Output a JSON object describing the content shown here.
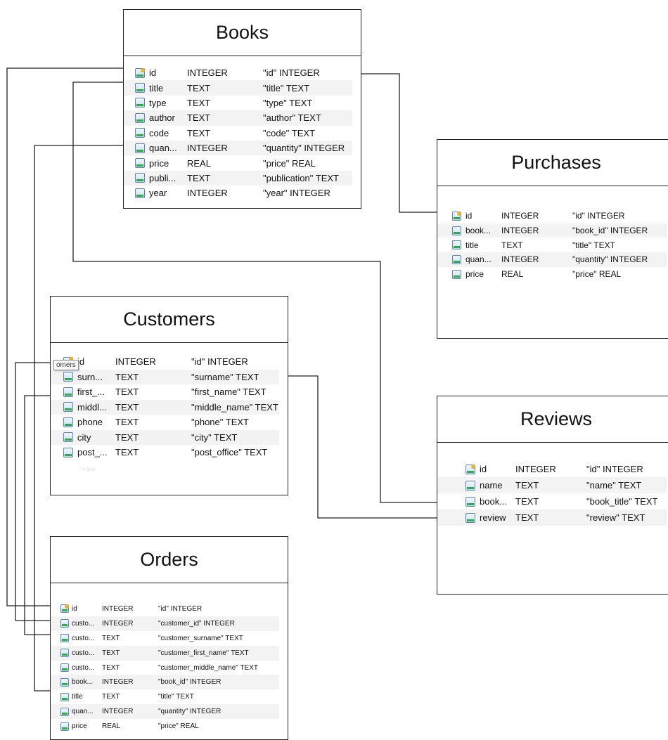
{
  "tables": {
    "books": {
      "title": "Books",
      "rows": [
        {
          "name": "id",
          "type": "INTEGER",
          "sql": "\"id\" INTEGER",
          "icon": "primary-key-field-icon"
        },
        {
          "name": "title",
          "type": "TEXT",
          "sql": "\"title\" TEXT",
          "icon": "field-icon"
        },
        {
          "name": "type",
          "type": "TEXT",
          "sql": "\"type\" TEXT",
          "icon": "field-icon"
        },
        {
          "name": "author",
          "type": "TEXT",
          "sql": "\"author\" TEXT",
          "icon": "field-icon"
        },
        {
          "name": "code",
          "type": "TEXT",
          "sql": "\"code\" TEXT",
          "icon": "field-icon"
        },
        {
          "name": "quan...",
          "type": "INTEGER",
          "sql": "\"quantity\" INTEGER",
          "icon": "field-icon"
        },
        {
          "name": "price",
          "type": "REAL",
          "sql": "\"price\" REAL",
          "icon": "field-icon"
        },
        {
          "name": "publi...",
          "type": "TEXT",
          "sql": "\"publication\" TEXT",
          "icon": "field-icon"
        },
        {
          "name": "year",
          "type": "INTEGER",
          "sql": "\"year\" INTEGER",
          "icon": "field-icon"
        }
      ]
    },
    "purchases": {
      "title": "Purchases",
      "rows": [
        {
          "name": "id",
          "type": "INTEGER",
          "sql": "\"id\" INTEGER",
          "icon": "primary-key-field-icon"
        },
        {
          "name": "book...",
          "type": "INTEGER",
          "sql": "\"book_id\" INTEGER",
          "icon": "field-icon"
        },
        {
          "name": "title",
          "type": "TEXT",
          "sql": "\"title\" TEXT",
          "icon": "field-icon"
        },
        {
          "name": "quan...",
          "type": "INTEGER",
          "sql": "\"quantity\" INTEGER",
          "icon": "field-icon"
        },
        {
          "name": "price",
          "type": "REAL",
          "sql": "\"price\" REAL",
          "icon": "field-icon"
        }
      ]
    },
    "customers": {
      "title": "Customers",
      "tooltip": "omers",
      "rows": [
        {
          "name": "id",
          "type": "INTEGER",
          "sql": "\"id\" INTEGER",
          "icon": "primary-key-field-icon"
        },
        {
          "name": "surn...",
          "type": "TEXT",
          "sql": "\"surname\" TEXT",
          "icon": "field-icon"
        },
        {
          "name": "first_...",
          "type": "TEXT",
          "sql": "\"first_name\" TEXT",
          "icon": "field-icon"
        },
        {
          "name": "middl...",
          "type": "TEXT",
          "sql": "\"middle_name\" TEXT",
          "icon": "field-icon"
        },
        {
          "name": "phone",
          "type": "TEXT",
          "sql": "\"phone\" TEXT",
          "icon": "field-icon"
        },
        {
          "name": "city",
          "type": "TEXT",
          "sql": "\"city\" TEXT",
          "icon": "field-icon"
        },
        {
          "name": "post_...",
          "type": "TEXT",
          "sql": "\"post_office\" TEXT",
          "icon": "field-icon"
        }
      ]
    },
    "reviews": {
      "title": "Reviews",
      "rows": [
        {
          "name": "id",
          "type": "INTEGER",
          "sql": "\"id\" INTEGER",
          "icon": "primary-key-field-icon"
        },
        {
          "name": "name",
          "type": "TEXT",
          "sql": "\"name\" TEXT",
          "icon": "field-icon"
        },
        {
          "name": "book...",
          "type": "TEXT",
          "sql": "\"book_title\" TEXT",
          "icon": "field-icon"
        },
        {
          "name": "review",
          "type": "TEXT",
          "sql": "\"review\" TEXT",
          "icon": "field-icon"
        }
      ]
    },
    "orders": {
      "title": "Orders",
      "rows": [
        {
          "name": "id",
          "type": "INTEGER",
          "sql": "\"id\" INTEGER",
          "icon": "primary-key-field-icon"
        },
        {
          "name": "custo...",
          "type": "INTEGER",
          "sql": "\"customer_id\" INTEGER",
          "icon": "field-icon"
        },
        {
          "name": "custo...",
          "type": "TEXT",
          "sql": "\"customer_surname\" TEXT",
          "icon": "field-icon"
        },
        {
          "name": "custo...",
          "type": "TEXT",
          "sql": "\"customer_first_name\" TEXT",
          "icon": "field-icon"
        },
        {
          "name": "custo...",
          "type": "TEXT",
          "sql": "\"customer_middle_name\" TEXT",
          "icon": "field-icon"
        },
        {
          "name": "book...",
          "type": "INTEGER",
          "sql": "\"book_id\" INTEGER",
          "icon": "field-icon"
        },
        {
          "name": "title",
          "type": "TEXT",
          "sql": "\"title\" TEXT",
          "icon": "field-icon"
        },
        {
          "name": "quan...",
          "type": "INTEGER",
          "sql": "\"quantity\" INTEGER",
          "icon": "field-icon"
        },
        {
          "name": "price",
          "type": "REAL",
          "sql": "\"price\" REAL",
          "icon": "field-icon"
        }
      ]
    }
  }
}
